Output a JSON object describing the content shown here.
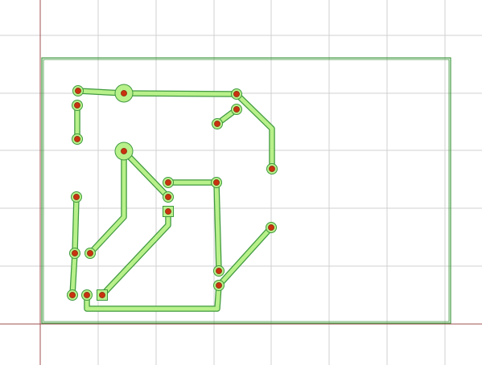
{
  "colors": {
    "background": "#ffffff",
    "grid": "#d0d0d0",
    "axis": "#a05050",
    "board_outline": "#3f9a3f",
    "copper_fill": "#b8f08a",
    "copper_edge": "#3f9a3f",
    "drill": "#c8320f",
    "drill_edge": "#7a1a08"
  },
  "board": {
    "outline_shape": "rectangle"
  },
  "pads": [
    {
      "id": "p1",
      "shape": "round"
    },
    {
      "id": "p2",
      "shape": "round"
    },
    {
      "id": "p3",
      "shape": "round"
    },
    {
      "id": "p4",
      "shape": "round"
    },
    {
      "id": "p5",
      "shape": "round"
    },
    {
      "id": "p6",
      "shape": "round"
    },
    {
      "id": "p7",
      "shape": "round"
    },
    {
      "id": "p8",
      "shape": "round"
    },
    {
      "id": "p9",
      "shape": "round"
    },
    {
      "id": "p10",
      "shape": "round"
    },
    {
      "id": "p11",
      "shape": "round"
    },
    {
      "id": "p12",
      "shape": "round"
    },
    {
      "id": "p13",
      "shape": "square"
    },
    {
      "id": "p14",
      "shape": "round"
    },
    {
      "id": "p15",
      "shape": "round"
    },
    {
      "id": "p16",
      "shape": "round"
    },
    {
      "id": "p17",
      "shape": "round"
    },
    {
      "id": "p18",
      "shape": "round"
    },
    {
      "id": "p19",
      "shape": "round"
    },
    {
      "id": "p20",
      "shape": "square"
    },
    {
      "id": "p21",
      "shape": "round"
    },
    {
      "id": "p22",
      "shape": "round"
    }
  ],
  "vias": [
    {
      "id": "v1"
    },
    {
      "id": "v2"
    }
  ]
}
